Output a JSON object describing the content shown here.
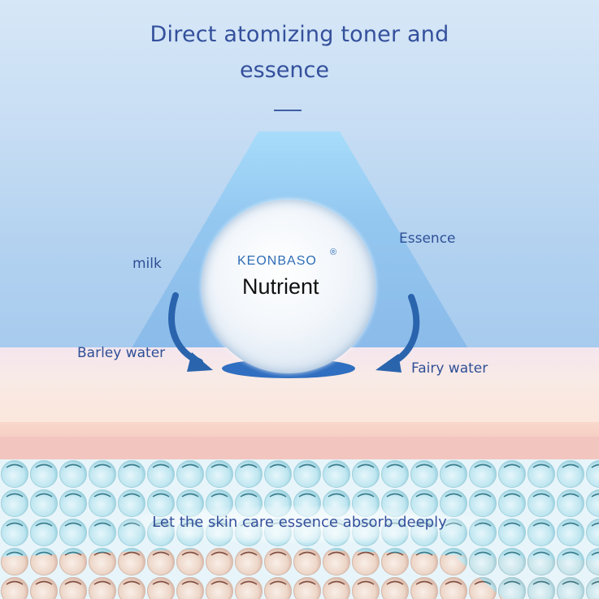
{
  "title": {
    "line1": "Direct atomizing toner and",
    "line2": "essence"
  },
  "sphere": {
    "brand": "KEONBASO",
    "registered_mark": "®",
    "label": "Nutrient"
  },
  "labels": {
    "milk": "milk",
    "essence": "Essence",
    "barley_water": "Barley water",
    "fairy_water": "Fairy water"
  },
  "caption": "Let the skin care essence absorb deeply",
  "colors": {
    "title_text": "#34509c",
    "label_text": "#2f4f96",
    "arrow": "#2a64ad",
    "ellipse": "#2f6ec0",
    "brand": "#2f6db6",
    "sky_top": "#d6e7f7",
    "sky_bottom": "#a7cbee",
    "skin_light": "#f8eae6",
    "skin_salmon": "#f3c5bf"
  }
}
